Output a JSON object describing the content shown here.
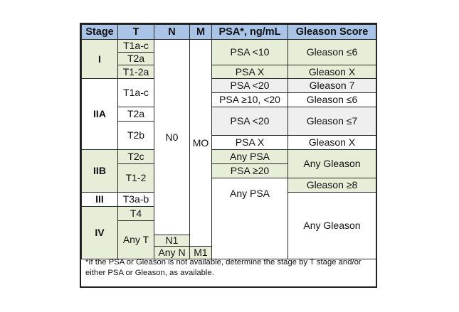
{
  "headers": [
    "Stage",
    "T",
    "N",
    "M",
    "PSA*, ng/mL",
    "Gleason Score"
  ],
  "stages": {
    "I": "I",
    "IIA": "IIA",
    "IIB": "IIB",
    "III": "III",
    "IV": "IV"
  },
  "t": {
    "i1": "T1a-c",
    "i2": "T2a",
    "i3": "T1-2a",
    "iia1": "T1a-c",
    "iia2": "T2a",
    "iia3": "T2b",
    "iib1": "T2c",
    "iib2": "T1-2",
    "iii1": "T3a-b",
    "iv1": "T4",
    "iv2": "Any T"
  },
  "n": {
    "n0": "N0",
    "n1": "N1",
    "anyn": "Any N"
  },
  "m": {
    "m0": "MO",
    "m1": "M1"
  },
  "psa": {
    "p1": "PSA <10",
    "p2": "PSA X",
    "p3": "PSA <20",
    "p4": "PSA ≥10, <20",
    "p5": "PSA <20",
    "p6": "PSA X",
    "p7": "Any PSA",
    "p8": "PSA ≥20",
    "p9": "Any PSA"
  },
  "gleason": {
    "g1": "Gleason ≤6",
    "g2": "Gleason X",
    "g3": "Gleason 7",
    "g4": "Gleason ≤6",
    "g5": "Gleason ≤7",
    "g6": "Gleason X",
    "g7": "Any Gleason",
    "g8": "Gleason ≥8",
    "g9": "Any Gleason"
  },
  "footnote": "*If the PSA or Gleason is not available, determine the stage by T stage and/or either PSA or Gleason, as available."
}
